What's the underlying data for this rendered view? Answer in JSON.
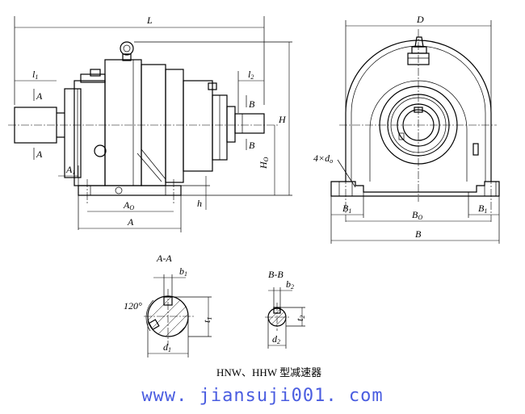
{
  "labels": {
    "L": "L",
    "l1": "l",
    "l1_sub": "1",
    "l2": "l",
    "l2_sub": "2",
    "A_sec": "A",
    "B_sec": "B",
    "H": "H",
    "HO": "H",
    "HO_sub": "O",
    "A1": "A",
    "A1_sub": "1",
    "AO": "A",
    "AO_sub": "O",
    "A": "A",
    "h": "h",
    "D": "D",
    "d0": "4×d",
    "d0_sub": "o",
    "B1": "B",
    "B1_sub": "1",
    "BO": "B",
    "BO_sub": "O",
    "B": "B",
    "AA": "A-A",
    "b1": "b",
    "b1_sub": "1",
    "angle": "120°",
    "t1": "t",
    "t1_sub": "1",
    "d1": "d",
    "d1_sub": "1",
    "BB": "B-B",
    "b2": "b",
    "b2_sub": "2",
    "t2": "t",
    "t2_sub": "2",
    "d2": "d",
    "d2_sub": "2"
  },
  "caption": "HNW、HHW 型减速器",
  "watermark": "www. jiansuji001. com",
  "colors": {
    "watermark": "#4a5de0",
    "line": "#000000"
  }
}
